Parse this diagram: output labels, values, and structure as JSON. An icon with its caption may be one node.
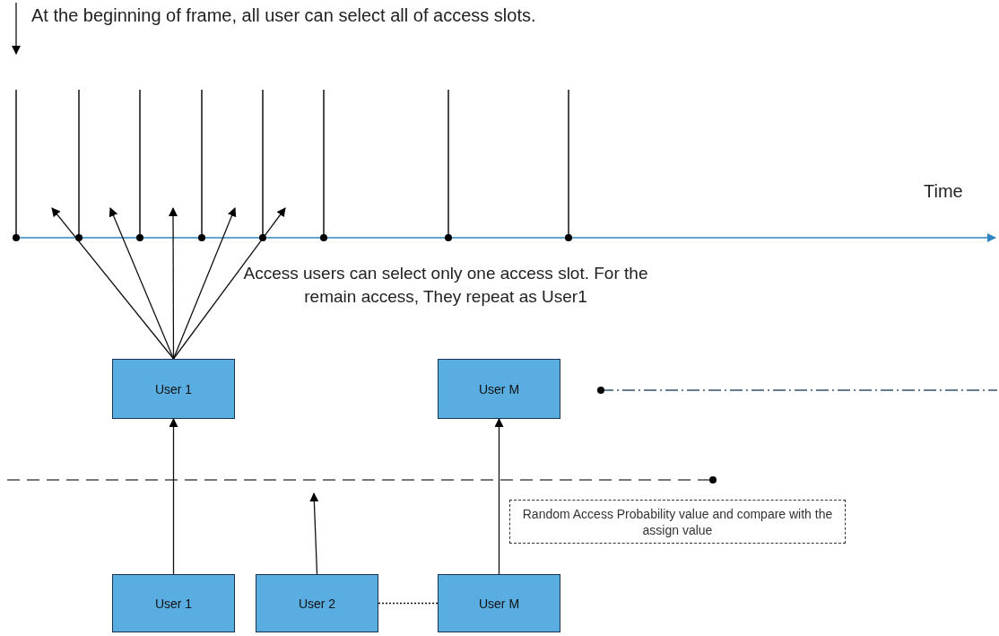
{
  "diagram": {
    "nodes": [
      {
        "text": [
          "At the beginning of frame, all user can select all of access slots."
        ]
      },
      {
        "text": [
          "User 1"
        ]
      },
      {
        "text": [
          "User M"
        ]
      },
      {
        "text": [
          "User 1"
        ]
      },
      {
        "text": [
          "User 2"
        ]
      },
      {
        "text": [
          "User M"
        ]
      },
      {
        "text": [
          "Random Access Probability value and compare with the assign value"
        ]
      }
    ],
    "edges": [
      {
        "from": 0,
        "to": null,
        "arrow": "to"
      },
      {
        "from": 1,
        "to": null,
        "arrow": "to"
      },
      {
        "from": 1,
        "to": null,
        "arrow": "to"
      },
      {
        "from": 1,
        "to": null,
        "arrow": "to"
      },
      {
        "from": 1,
        "to": null,
        "arrow": "to"
      },
      {
        "from": 1,
        "to": null,
        "arrow": "to"
      },
      {
        "from": 3,
        "to": 1,
        "arrow": "to"
      },
      {
        "from": 4,
        "to": null,
        "arrow": "to"
      },
      {
        "from": 5,
        "to": 2,
        "arrow": "to"
      },
      {
        "from": 4,
        "to": 5,
        "arrow": "none",
        "style": "dashed"
      }
    ],
    "labels": [
      "Time",
      "Access users can select only one access slot. For the remain access, They repeat as User1"
    ]
  }
}
